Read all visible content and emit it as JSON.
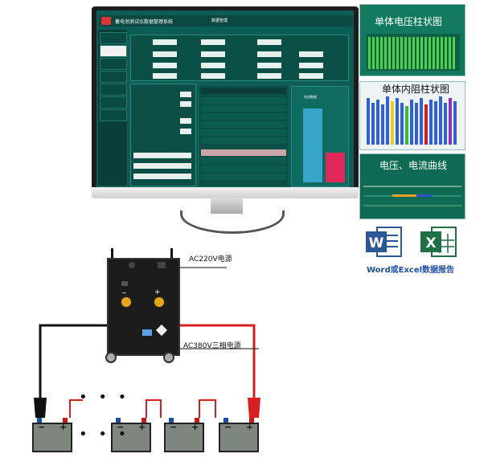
{
  "monitor": {
    "app_title": "蓄电池测试仪数据管理系统",
    "tab_label": "数据管理",
    "chart_label": "电池数据"
  },
  "panels": {
    "voltage_bar_title": "单体电压柱状图",
    "resistance_bar_title": "单体内阻柱状图",
    "curve_title": "电压、电流曲线",
    "report_label": "Word或Excel数据报告"
  },
  "device": {
    "ac220_label": "AC220V电源",
    "ac380_label": "AC380V三相电源",
    "minus_sign": "−",
    "plus_sign": "+"
  },
  "battery": {
    "minus_sign": "−",
    "plus_sign": "+",
    "ellipsis": "• • •"
  },
  "icons": {
    "word": "word-icon",
    "excel": "excel-icon"
  },
  "colors": {
    "red_cable": "#d81e1e",
    "black_cable": "#111111",
    "word_blue": "#2b5797",
    "excel_green": "#1e7145",
    "report_text": "#1c4fa5",
    "panel_teal": "#0c6a5c"
  }
}
